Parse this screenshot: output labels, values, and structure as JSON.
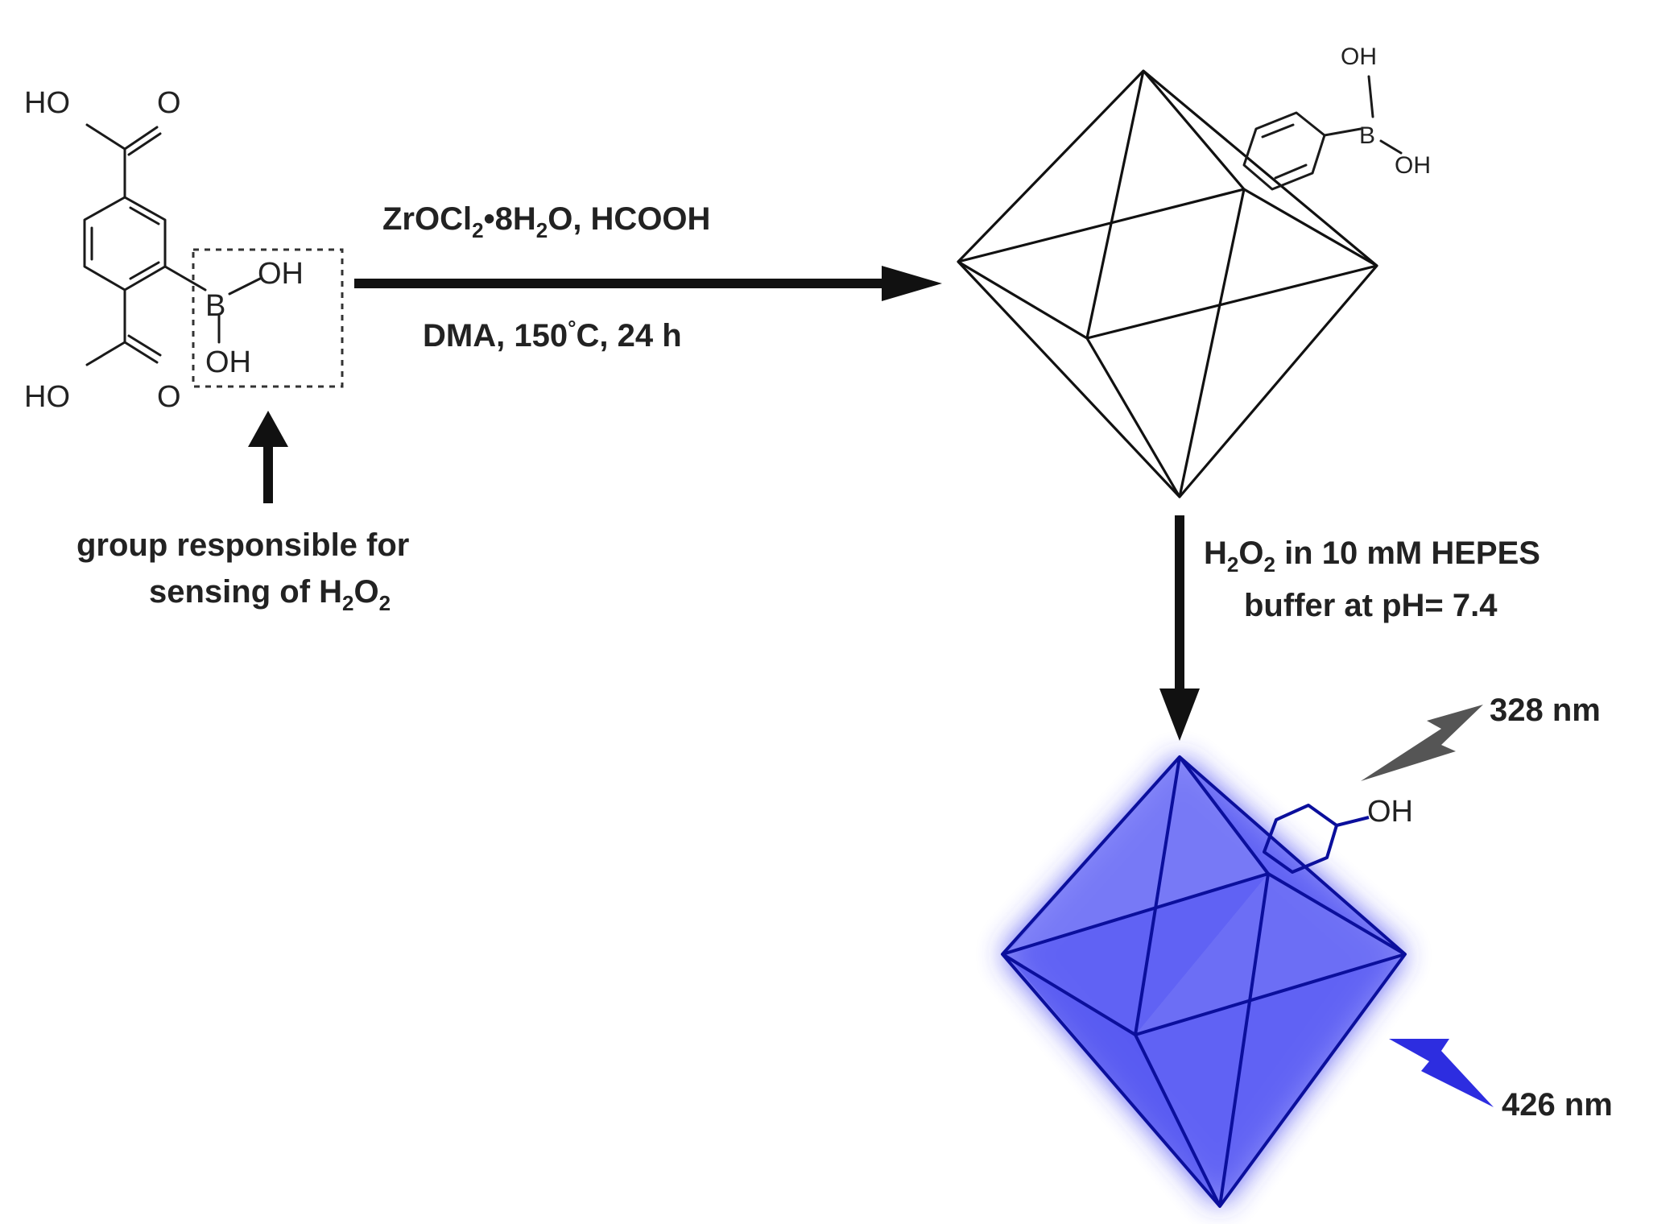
{
  "linker": {
    "ho_top": "HO",
    "o_top": "O",
    "b": "B",
    "oh_right": "OH",
    "oh_bottom": "OH",
    "ho_bottom": "HO",
    "o_bottom": "O"
  },
  "reaction": {
    "line1_a": "ZrOCl",
    "line1_sub1": "2",
    "line1_b": "•8H",
    "line1_sub2": "2",
    "line1_c": "O, HCOOH",
    "line2_a": "DMA, 150",
    "line2_deg": "°",
    "line2_b": "C, 24 h"
  },
  "note": {
    "line1": "group responsible for",
    "line2_a": "sensing of H",
    "line2_sub1": "2",
    "line2_b": "O",
    "line2_sub2": "2"
  },
  "mof_top": {
    "oh1": "OH",
    "b": "B",
    "oh2": "OH"
  },
  "sensing": {
    "line1_a": "H",
    "line1_sub1": "2",
    "line1_b": "O",
    "line1_sub2": "2",
    "line1_c": " in 10 mM HEPES",
    "line2": "buffer at pH= 7.4"
  },
  "mof_bottom": {
    "oh": "OH",
    "excitation": "328 nm",
    "emission": "426 nm"
  },
  "colors": {
    "glow": "#2a2dff",
    "glow_fill": "#5a5cf5",
    "edge": "#0b0f9c",
    "excitation_bolt": "#555555",
    "emission_bolt": "#2d2de0"
  }
}
